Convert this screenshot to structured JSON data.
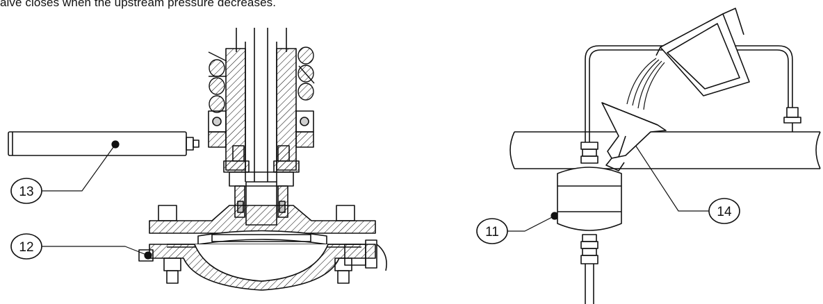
{
  "caption": "alve closes when the upstream pressure decreases.",
  "callouts": {
    "c13": "13",
    "c12": "12",
    "c11": "11",
    "c14": "14"
  },
  "colors": {
    "line": "#111111",
    "background": "#ffffff"
  }
}
